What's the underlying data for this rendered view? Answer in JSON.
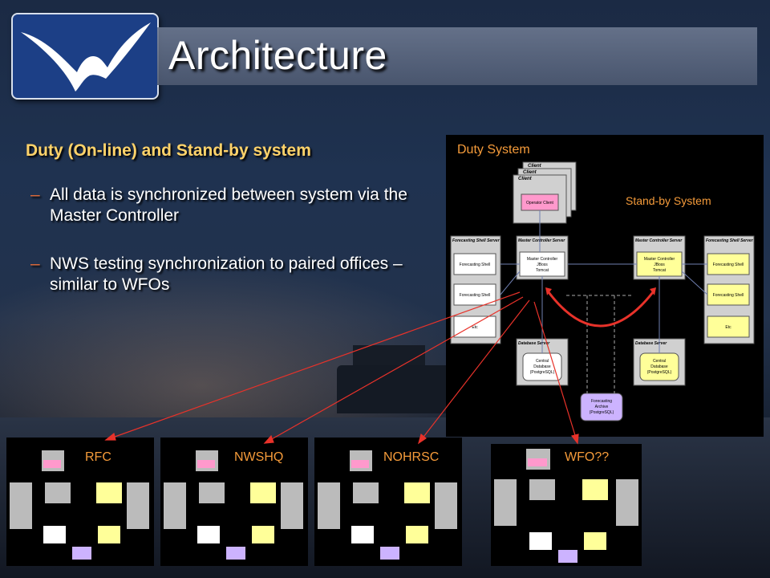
{
  "slide": {
    "title": "Architecture",
    "heading": "Duty (On-line) and Stand-by system",
    "bullets": [
      {
        "dash": "–",
        "text": "All data is synchronized between system via the Master Controller"
      },
      {
        "dash": "–",
        "text": "NWS testing synchronization to paired offices – similar to WFOs"
      }
    ]
  },
  "diagram": {
    "duty_label": "Duty System",
    "standby_label": "Stand-by System",
    "client_labels": [
      "Client",
      "Client",
      "Client"
    ],
    "operator_client": "Operator Client",
    "fs_server_title": "Forecasting Shell Server",
    "forecasting_shell": "Forecasting Shell",
    "etc": "Etc",
    "mc_server_title": "Master Controller Server",
    "mc_box": [
      "Master Controller",
      "JBoss",
      "Tomcat"
    ],
    "db_server_title": "Database Server",
    "db_box": [
      "Central",
      "Database",
      "(PostgreSQL)"
    ],
    "archive_box": [
      "Forecasting",
      "Archive",
      "(PostgreSQL)"
    ]
  },
  "offices": [
    {
      "label": "RFC"
    },
    {
      "label": "NWSHQ"
    },
    {
      "label": "NOHRSC"
    },
    {
      "label": "WFO??"
    }
  ],
  "colors": {
    "accent_yellow": "#ffd36a",
    "label_orange": "#f59b3a",
    "arrow_red": "#e8322a",
    "box_yellow": "#ffff99",
    "box_pink": "#ff99cc",
    "box_purple": "#ccb3ff"
  }
}
